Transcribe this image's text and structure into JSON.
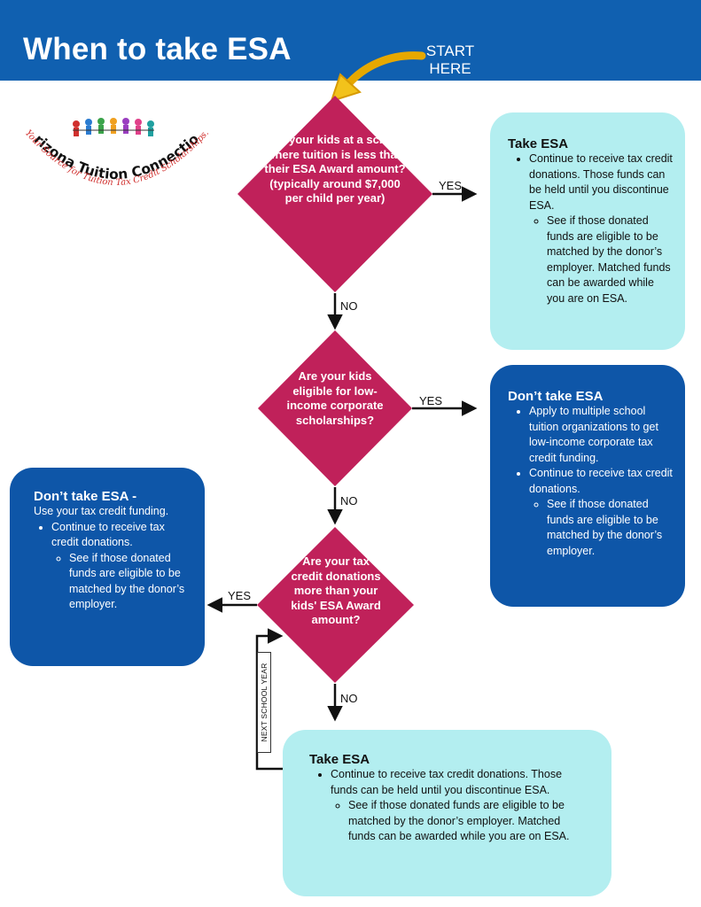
{
  "header": {
    "title": "When to take ESA",
    "start_label": "START HERE"
  },
  "logo": {
    "name": "Arizona Tuition Connection",
    "tagline": "Your Source for Tuition Tax Credit Scholarships."
  },
  "decisions": [
    {
      "text": "Are your kids at a school where tuition is less than their ESA Award amount? (typically around $7,000 per child per year)",
      "yes": "YES",
      "no": "NO"
    },
    {
      "text": "Are your kids eligible for low-income corporate scholarships?",
      "yes": "YES",
      "no": "NO"
    },
    {
      "text": "Are your tax credit donations more than your kids' ESA Award amount?",
      "yes": "YES",
      "no": "NO"
    }
  ],
  "outcomes": {
    "o1": {
      "title": "Take ESA",
      "items": [
        "Continue to receive tax credit donations. Those funds can be held until you discontinue ESA.",
        "See if those donated funds are eligible to be matched by the donor’s employer. Matched funds can be awarded while you are on ESA."
      ]
    },
    "o2": {
      "title": "Don’t take ESA",
      "items": [
        "Apply to multiple school tuition organizations to get low-income corporate tax credit funding.",
        "Continue to receive tax credit donations.",
        "See if those donated funds are eligible to be matched by the donor’s employer."
      ]
    },
    "o3": {
      "title": "Don’t take ESA -",
      "lead": "Use your tax credit funding.",
      "items": [
        "Continue to receive tax credit donations.",
        "See if those donated funds are eligible to be matched by the donor’s employer."
      ]
    },
    "o4": {
      "title": "Take ESA",
      "items": [
        "Continue to receive tax credit donations. Those funds can be held until you discontinue ESA.",
        "See if those donated funds are eligible to be matched by the donor’s employer. Matched funds can be awarded while you are on ESA."
      ]
    }
  },
  "loop_label": "NEXT SCHOOL YEAR",
  "colors": {
    "header": "#1060b0",
    "diamond": "#c0215a",
    "light_box": "#b3eef0",
    "dark_box": "#0e56a8",
    "start_arrow": "#f2c21b"
  }
}
